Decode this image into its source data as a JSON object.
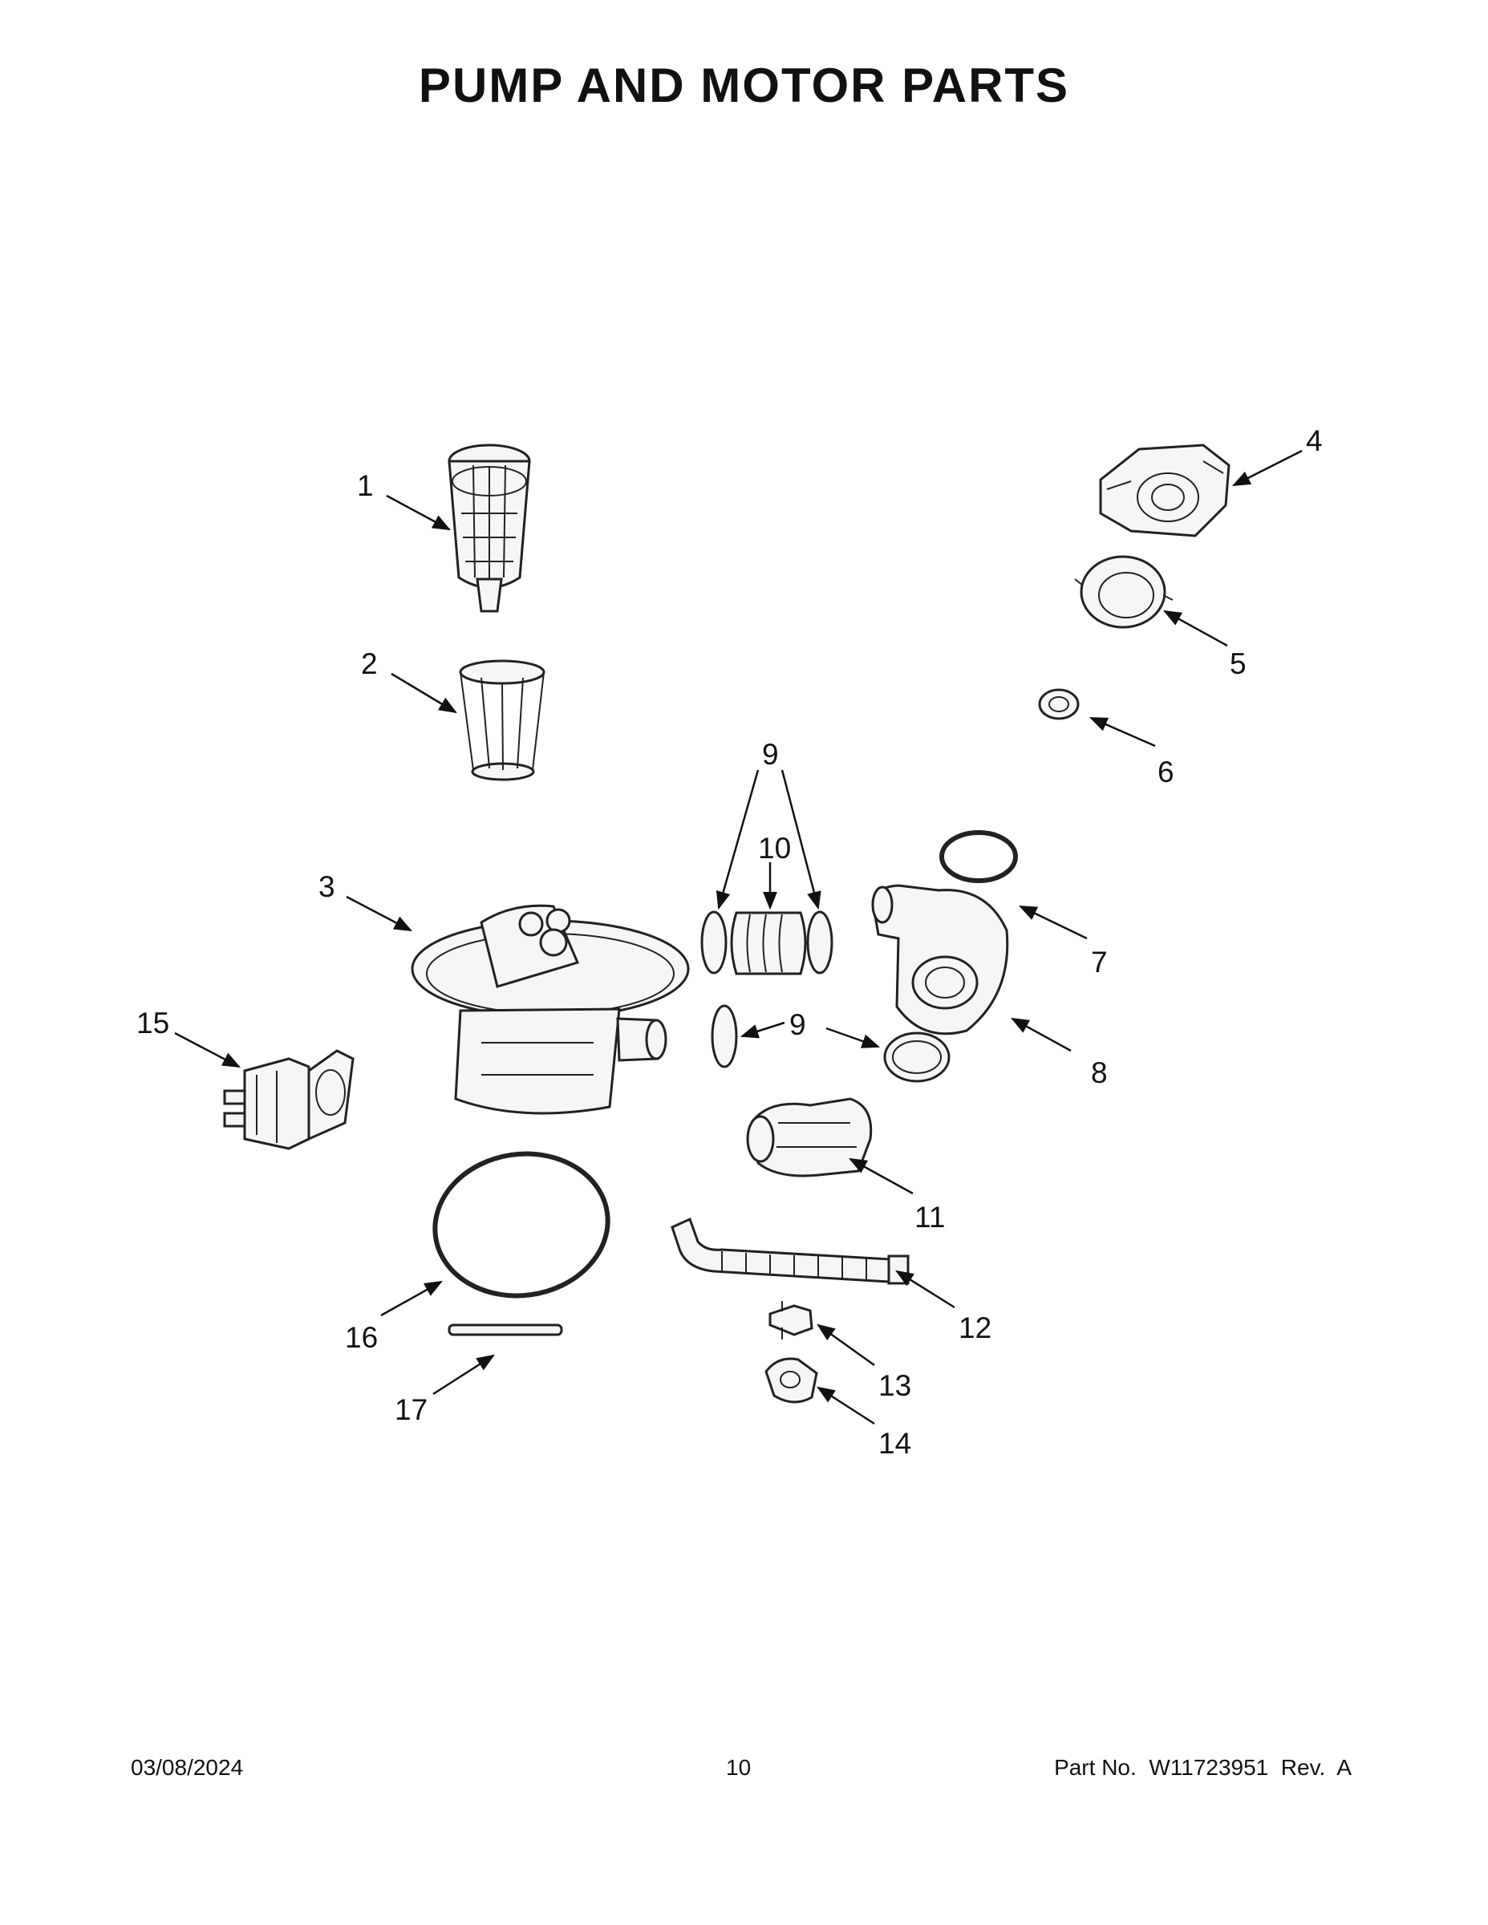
{
  "page": {
    "title": "PUMP AND MOTOR PARTS",
    "footer": {
      "date": "03/08/2024",
      "page_number": "10",
      "part_info": "Part No.  W11723951  Rev.  A"
    }
  },
  "callouts": [
    {
      "id": "c1",
      "label": "1"
    },
    {
      "id": "c2",
      "label": "2"
    },
    {
      "id": "c3",
      "label": "3"
    },
    {
      "id": "c4",
      "label": "4"
    },
    {
      "id": "c5",
      "label": "5"
    },
    {
      "id": "c6",
      "label": "6"
    },
    {
      "id": "c7",
      "label": "7"
    },
    {
      "id": "c8",
      "label": "8"
    },
    {
      "id": "c9a",
      "label": "9"
    },
    {
      "id": "c9b",
      "label": "9"
    },
    {
      "id": "c10",
      "label": "10"
    },
    {
      "id": "c11",
      "label": "11"
    },
    {
      "id": "c12",
      "label": "12"
    },
    {
      "id": "c13",
      "label": "13"
    },
    {
      "id": "c14",
      "label": "14"
    },
    {
      "id": "c15",
      "label": "15"
    },
    {
      "id": "c16",
      "label": "16"
    },
    {
      "id": "c17",
      "label": "17"
    }
  ]
}
